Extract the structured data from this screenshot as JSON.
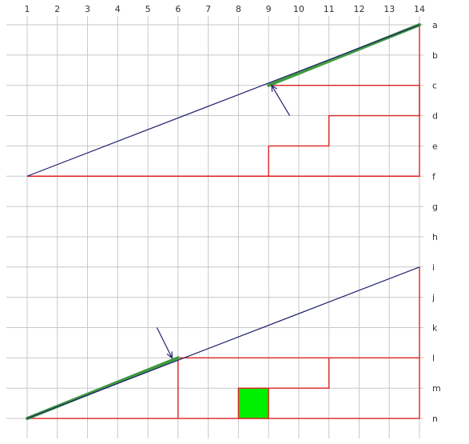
{
  "columns": [
    "1",
    "2",
    "3",
    "4",
    "5",
    "6",
    "7",
    "8",
    "9",
    "10",
    "11",
    "12",
    "13",
    "14"
  ],
  "rows": [
    "a",
    "b",
    "c",
    "d",
    "e",
    "f",
    "g",
    "h",
    "i",
    "j",
    "k",
    "l",
    "m",
    "n"
  ],
  "colors": {
    "grid": "#c8c8c8",
    "outline": "#dd2222",
    "hypotenuse": "#1f1f6e",
    "hypotenuse_highlight": "#3f9a3f",
    "square_fill": "#00ee00",
    "arrow": "#1f1f6e"
  },
  "top_figure": {
    "triangle": [
      [
        1,
        "f"
      ],
      [
        14,
        "a"
      ],
      [
        14,
        "f"
      ]
    ],
    "highlight_segment": [
      [
        9,
        "c"
      ],
      [
        14,
        "a"
      ]
    ],
    "pieces": [
      [
        [
          9,
          "c"
        ],
        [
          14,
          "c"
        ],
        [
          14,
          "d"
        ],
        [
          11,
          "d"
        ],
        [
          11,
          "e"
        ],
        [
          9,
          "e"
        ]
      ],
      [
        [
          9,
          "e"
        ],
        [
          9,
          "f"
        ]
      ]
    ],
    "arrow": {
      "from": [
        9.7,
        "d"
      ],
      "to": [
        9.1,
        "c"
      ]
    }
  },
  "bottom_figure": {
    "triangle": [
      [
        1,
        "n"
      ],
      [
        14,
        "i"
      ],
      [
        14,
        "n"
      ]
    ],
    "highlight_segment": [
      [
        1,
        "n"
      ],
      [
        6,
        "l"
      ]
    ],
    "pieces": [
      [
        [
          6,
          "l"
        ],
        [
          14,
          "l"
        ]
      ],
      [
        [
          6,
          "l"
        ],
        [
          6,
          "n"
        ]
      ],
      [
        [
          11,
          "l"
        ],
        [
          11,
          "m"
        ],
        [
          9,
          "m"
        ]
      ]
    ],
    "green_square": [
      [
        8,
        "m"
      ],
      [
        9,
        "n"
      ]
    ],
    "arrow": {
      "from": [
        5.3,
        "k"
      ],
      "to": [
        5.8,
        "l"
      ]
    }
  }
}
